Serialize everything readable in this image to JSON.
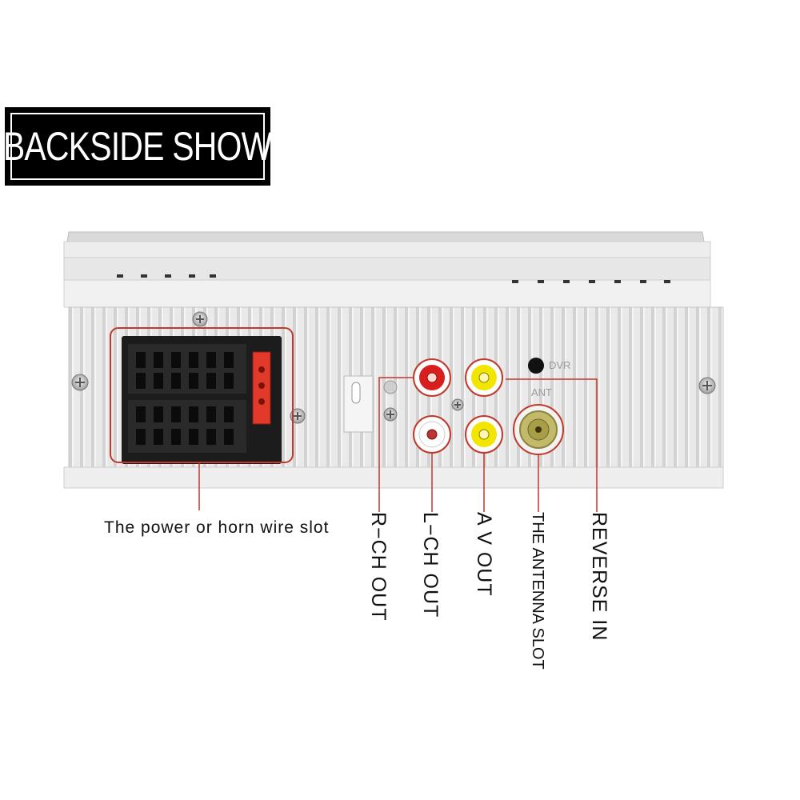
{
  "title": "BACKSIDE SHOW",
  "panel_labels": {
    "dvr": "DVR",
    "ant": "ANT"
  },
  "callouts": {
    "power_slot": "The power or horn wire slot",
    "r_ch_out": "R−CH OUT",
    "l_ch_out": "L−CH OUT",
    "av_out": "A V OUT",
    "antenna_slot": "THE ANTENNA SLOT",
    "reverse_in": "REVERSE IN"
  },
  "colors": {
    "callout_line": "#c0392b",
    "rca_red": "#d81e1e",
    "rca_yellow": "#f2e600",
    "rca_white": "#ffffff",
    "chassis": "#e6e6e6",
    "connector": "#1a1a1a",
    "fuse": "#e23a2a",
    "antenna": "#c2b96a"
  },
  "icons": [
    "screw-icon",
    "rca-jack-icon",
    "antenna-socket-icon",
    "fuse-icon"
  ]
}
